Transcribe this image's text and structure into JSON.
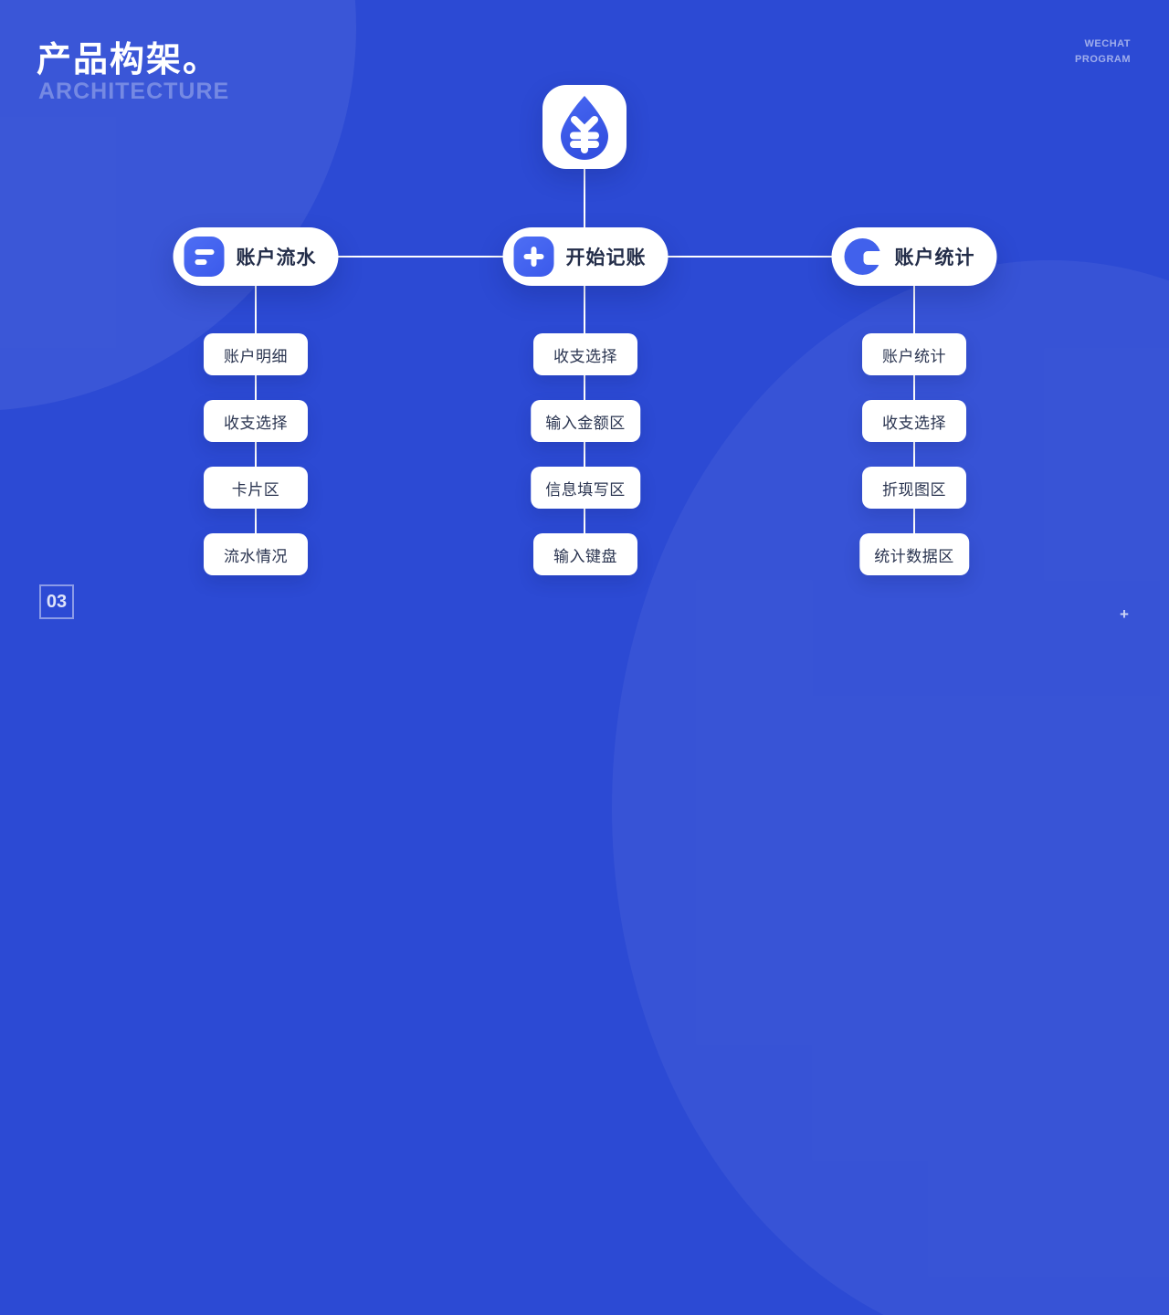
{
  "header": {
    "title": "产品构架。",
    "subtitle": "ARCHITECTURE",
    "corner_line1": "WECHAT",
    "corner_line2": "PROGRAM"
  },
  "footer": {
    "page_number": "03",
    "plus_mark": "+"
  },
  "colors": {
    "background": "#2C4AD4",
    "icon_blue": "#4161EC",
    "drop_blue_top": "#4767F2",
    "drop_blue_bottom": "#3350E0",
    "node_text": "#232D49",
    "child_text": "#2A3450"
  },
  "icons": {
    "root": "yuan-drop-app-icon",
    "branch1": "list-lines-icon",
    "branch2": "plus-icon",
    "branch3": "pie-chart-icon"
  },
  "diagram": {
    "branches": [
      {
        "label": "账户流水",
        "children": [
          "账户明细",
          "收支选择",
          "卡片区",
          "流水情况"
        ]
      },
      {
        "label": "开始记账",
        "children": [
          "收支选择",
          "输入金额区",
          "信息填写区",
          "输入键盘"
        ]
      },
      {
        "label": "账户统计",
        "children": [
          "账户统计",
          "收支选择",
          "折现图区",
          "统计数据区"
        ]
      }
    ]
  }
}
